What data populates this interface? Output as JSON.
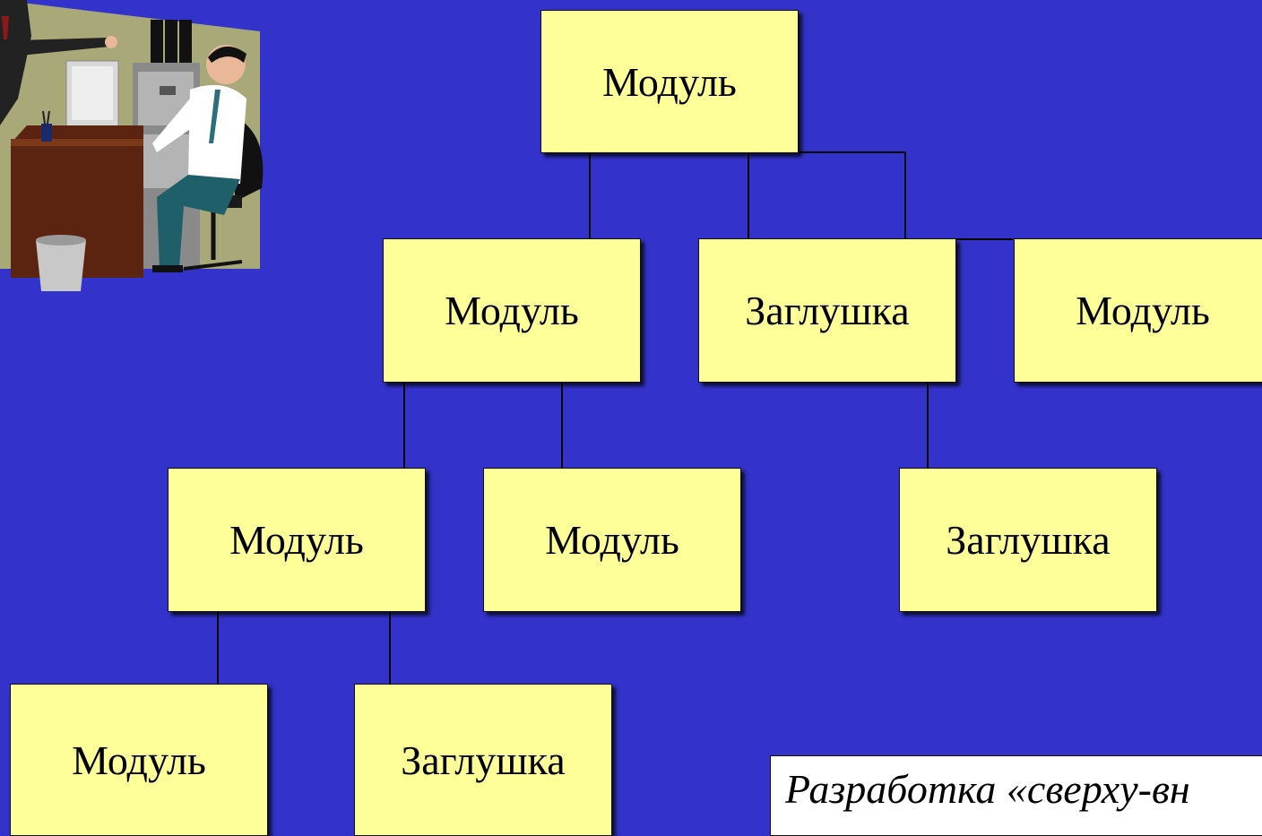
{
  "diagram": {
    "nodes": {
      "root": "Модуль",
      "l1_left": "Модуль",
      "l1_mid": "Заглушка",
      "l1_right": "Модуль",
      "l2_a": "Модуль",
      "l2_b": "Модуль",
      "l2_c": "Заглушка",
      "l3_a": "Модуль",
      "l3_b": "Заглушка"
    },
    "caption": "Разработка «сверху-вн"
  },
  "colors": {
    "background": "#3333cc",
    "box_fill": "#ffff99",
    "caption_fill": "#ffffff"
  },
  "icons": {
    "illustration": "office-worker-at-computer-clipart"
  }
}
